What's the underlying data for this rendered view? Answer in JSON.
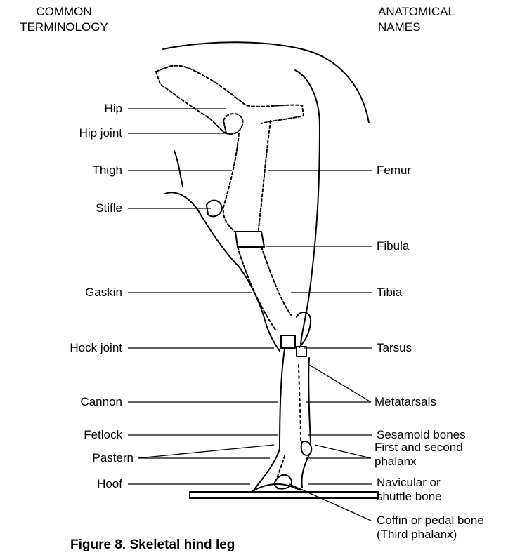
{
  "headers": {
    "common": [
      "COMMON",
      "TERMINOLOGY"
    ],
    "anatomical": [
      "ANATOMICAL",
      "NAMES"
    ]
  },
  "common_labels": {
    "hip": "Hip",
    "hip_joint": "Hip joint",
    "thigh": "Thigh",
    "stifle": "Stifle",
    "gaskin": "Gaskin",
    "hock_joint": "Hock joint",
    "cannon": "Cannon",
    "fetlock": "Fetlock",
    "pastern": "Pastern",
    "hoof": "Hoof"
  },
  "anatomical_labels": {
    "femur": "Femur",
    "fibula": "Fibula",
    "tibia": "Tibia",
    "tarsus": "Tarsus",
    "metatarsals": "Metatarsals",
    "sesamoid": "Sesamoid bones",
    "phalanx": [
      "First and second",
      "phalanx"
    ],
    "navicular": [
      "Navicular or",
      "shuttle bone"
    ],
    "coffin": [
      "Coffin or pedal bone",
      "(Third phalanx)"
    ]
  },
  "caption": "Figure 8. Skeletal hind leg"
}
